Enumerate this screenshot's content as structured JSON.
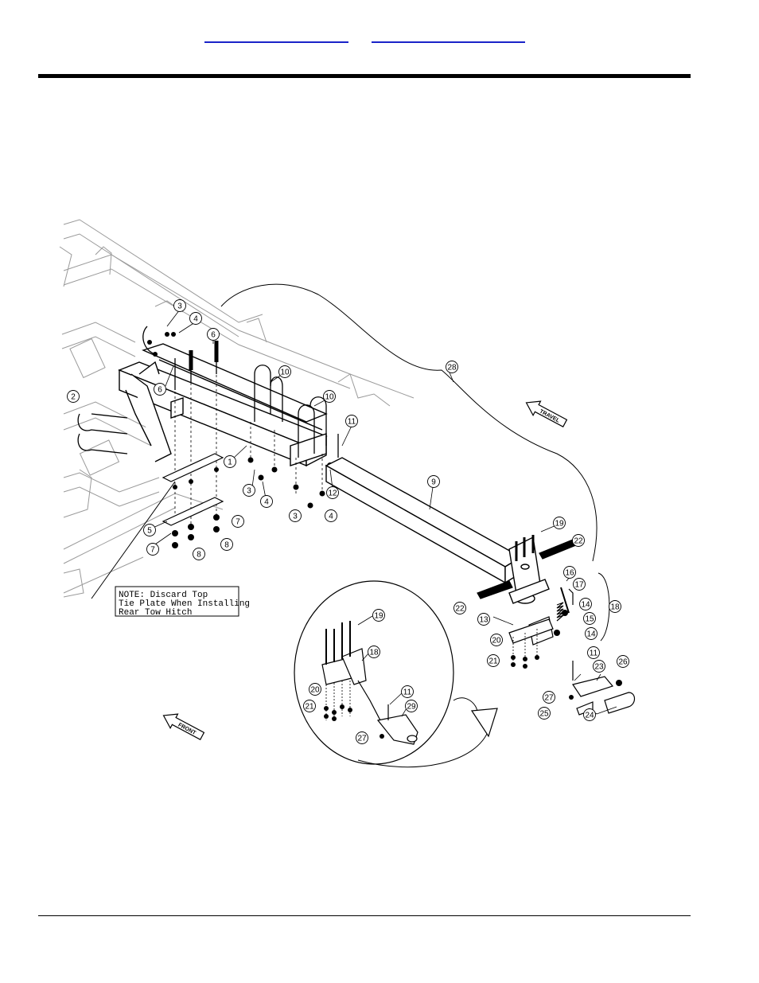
{
  "header": {
    "link_left": "",
    "link_right": ""
  },
  "note": {
    "line1": "NOTE: Discard Top",
    "line2": "Tie Plate When Installing",
    "line3": "Rear Tow Hitch"
  },
  "arrows": {
    "travel": "TRAVEL",
    "front": "FRONT"
  },
  "callouts": [
    {
      "id": "c3a",
      "label": "3"
    },
    {
      "id": "c4a",
      "label": "4"
    },
    {
      "id": "c6a",
      "label": "6"
    },
    {
      "id": "c6b",
      "label": "6"
    },
    {
      "id": "c2",
      "label": "2"
    },
    {
      "id": "c10a",
      "label": "10"
    },
    {
      "id": "c10b",
      "label": "10"
    },
    {
      "id": "c28",
      "label": "28"
    },
    {
      "id": "c11a",
      "label": "11"
    },
    {
      "id": "c1",
      "label": "1"
    },
    {
      "id": "c3b",
      "label": "3"
    },
    {
      "id": "c4b",
      "label": "4"
    },
    {
      "id": "c12",
      "label": "12"
    },
    {
      "id": "c3c",
      "label": "3"
    },
    {
      "id": "c4c",
      "label": "4"
    },
    {
      "id": "c9",
      "label": "9"
    },
    {
      "id": "c5",
      "label": "5"
    },
    {
      "id": "c7a",
      "label": "7"
    },
    {
      "id": "c7b",
      "label": "7"
    },
    {
      "id": "c8a",
      "label": "8"
    },
    {
      "id": "c8b",
      "label": "8"
    },
    {
      "id": "c19a",
      "label": "19"
    },
    {
      "id": "c22a",
      "label": "22"
    },
    {
      "id": "c16",
      "label": "16"
    },
    {
      "id": "c17",
      "label": "17"
    },
    {
      "id": "c18a",
      "label": "18"
    },
    {
      "id": "c22b",
      "label": "22"
    },
    {
      "id": "c14a",
      "label": "14"
    },
    {
      "id": "c15",
      "label": "15"
    },
    {
      "id": "c14b",
      "label": "14"
    },
    {
      "id": "c13",
      "label": "13"
    },
    {
      "id": "c20a",
      "label": "20"
    },
    {
      "id": "c21a",
      "label": "21"
    },
    {
      "id": "c11b",
      "label": "11"
    },
    {
      "id": "c23",
      "label": "23"
    },
    {
      "id": "c26",
      "label": "26"
    },
    {
      "id": "c27a",
      "label": "27"
    },
    {
      "id": "c25",
      "label": "25"
    },
    {
      "id": "c24",
      "label": "24"
    },
    {
      "id": "c19b",
      "label": "19"
    },
    {
      "id": "c18b",
      "label": "18"
    },
    {
      "id": "c20b",
      "label": "20"
    },
    {
      "id": "c11c",
      "label": "11"
    },
    {
      "id": "c21b",
      "label": "21"
    },
    {
      "id": "c29",
      "label": "29"
    },
    {
      "id": "c27b",
      "label": "27"
    }
  ]
}
